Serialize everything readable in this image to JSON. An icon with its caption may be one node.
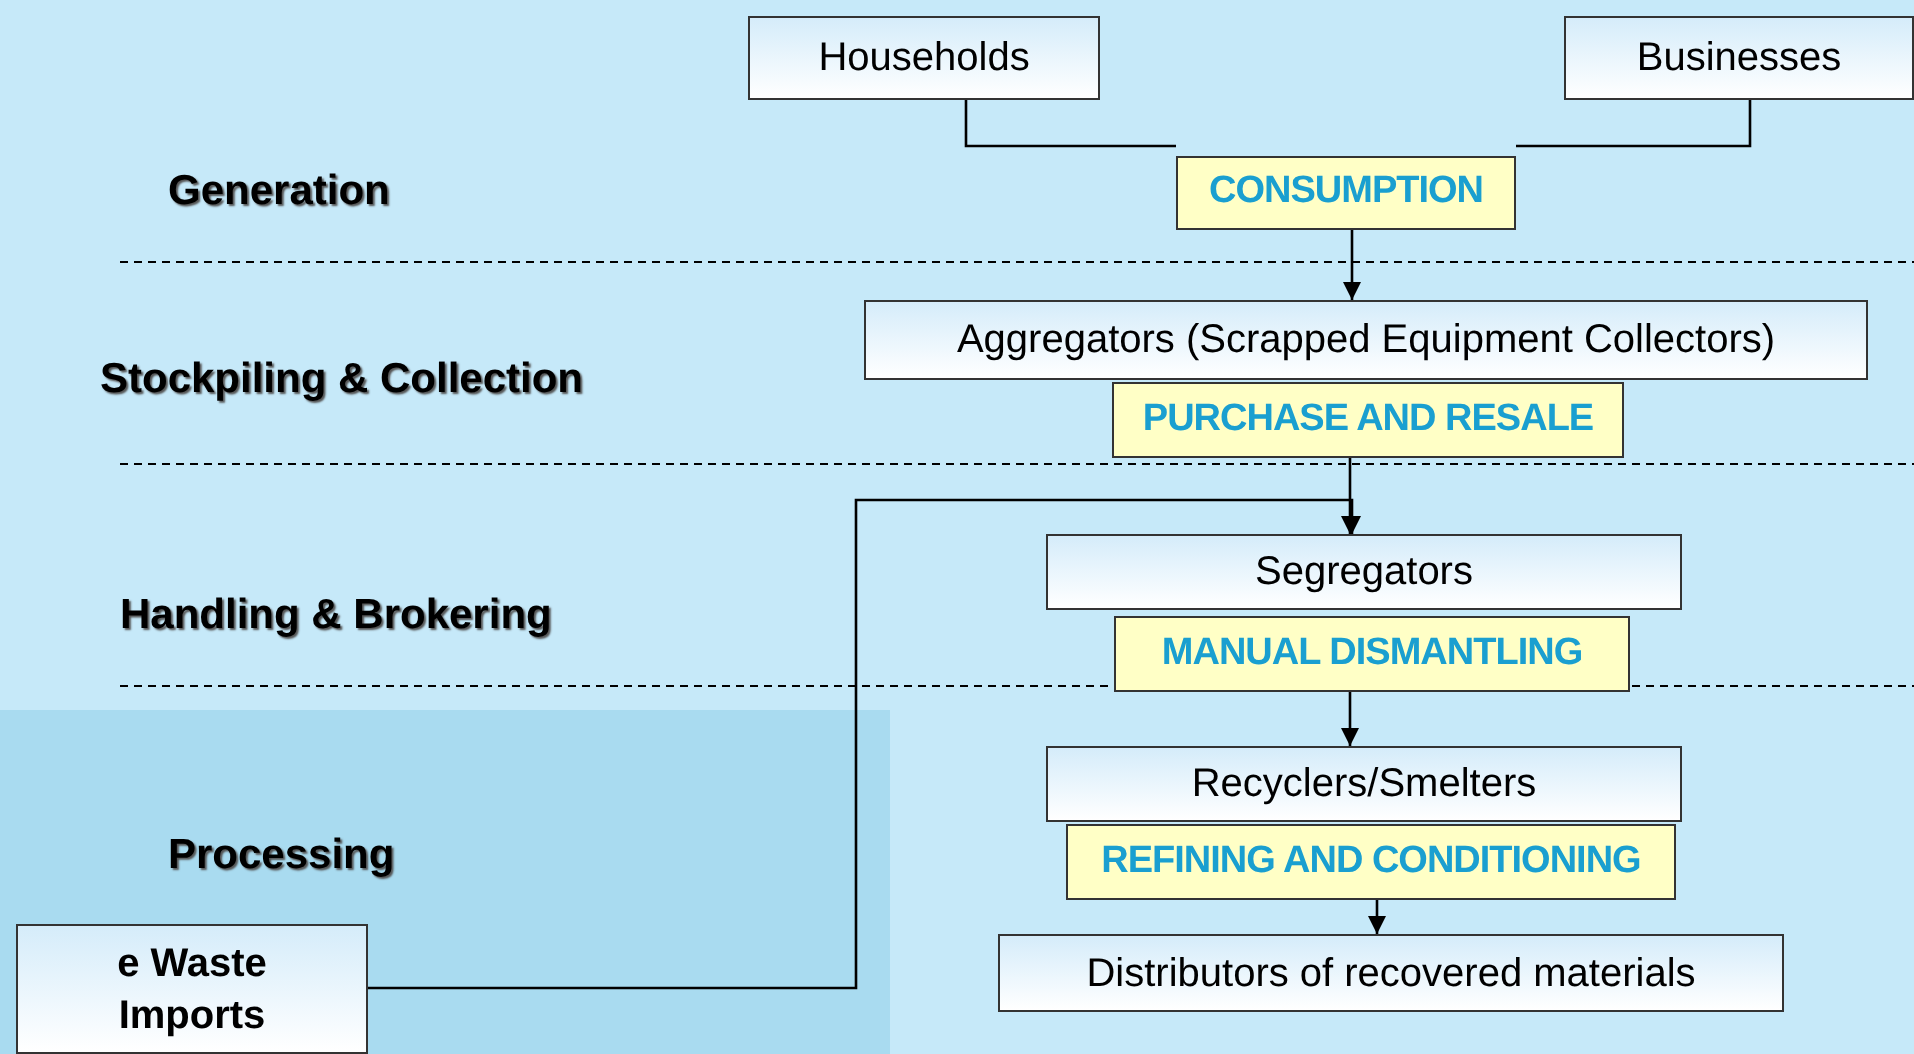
{
  "diagram": {
    "nodes": [
      {
        "text": [
          "Households"
        ]
      },
      {
        "text": [
          "Businesses"
        ]
      },
      {
        "text": [
          "CONSUMPTION"
        ]
      },
      {
        "text": [
          "Aggregators (Scrapped Equipment Collectors)"
        ]
      },
      {
        "text": [
          "PURCHASE AND RESALE"
        ]
      },
      {
        "text": [
          "Segregators"
        ]
      },
      {
        "text": [
          "MANUAL DISMANTLING"
        ]
      },
      {
        "text": [
          "Recyclers/Smelters"
        ]
      },
      {
        "text": [
          "REFINING AND CONDITIONING"
        ]
      },
      {
        "text": [
          "Distributors of recovered materials"
        ]
      },
      {
        "text": [
          "e Waste Imports"
        ]
      }
    ],
    "edges": [
      {
        "from": 0,
        "to": 2,
        "arrow": "none"
      },
      {
        "from": 1,
        "to": 2,
        "arrow": "none"
      },
      {
        "from": 2,
        "to": 3,
        "arrow": "to"
      },
      {
        "from": 4,
        "to": 5,
        "arrow": "to"
      },
      {
        "from": 10,
        "to": 5,
        "arrow": "to"
      },
      {
        "from": 6,
        "to": 7,
        "arrow": "to"
      },
      {
        "from": 8,
        "to": 9,
        "arrow": "to"
      }
    ],
    "labels": [
      "Generation",
      "Stockpiling & Collection",
      "Handling & Brokering",
      "Processing"
    ]
  }
}
